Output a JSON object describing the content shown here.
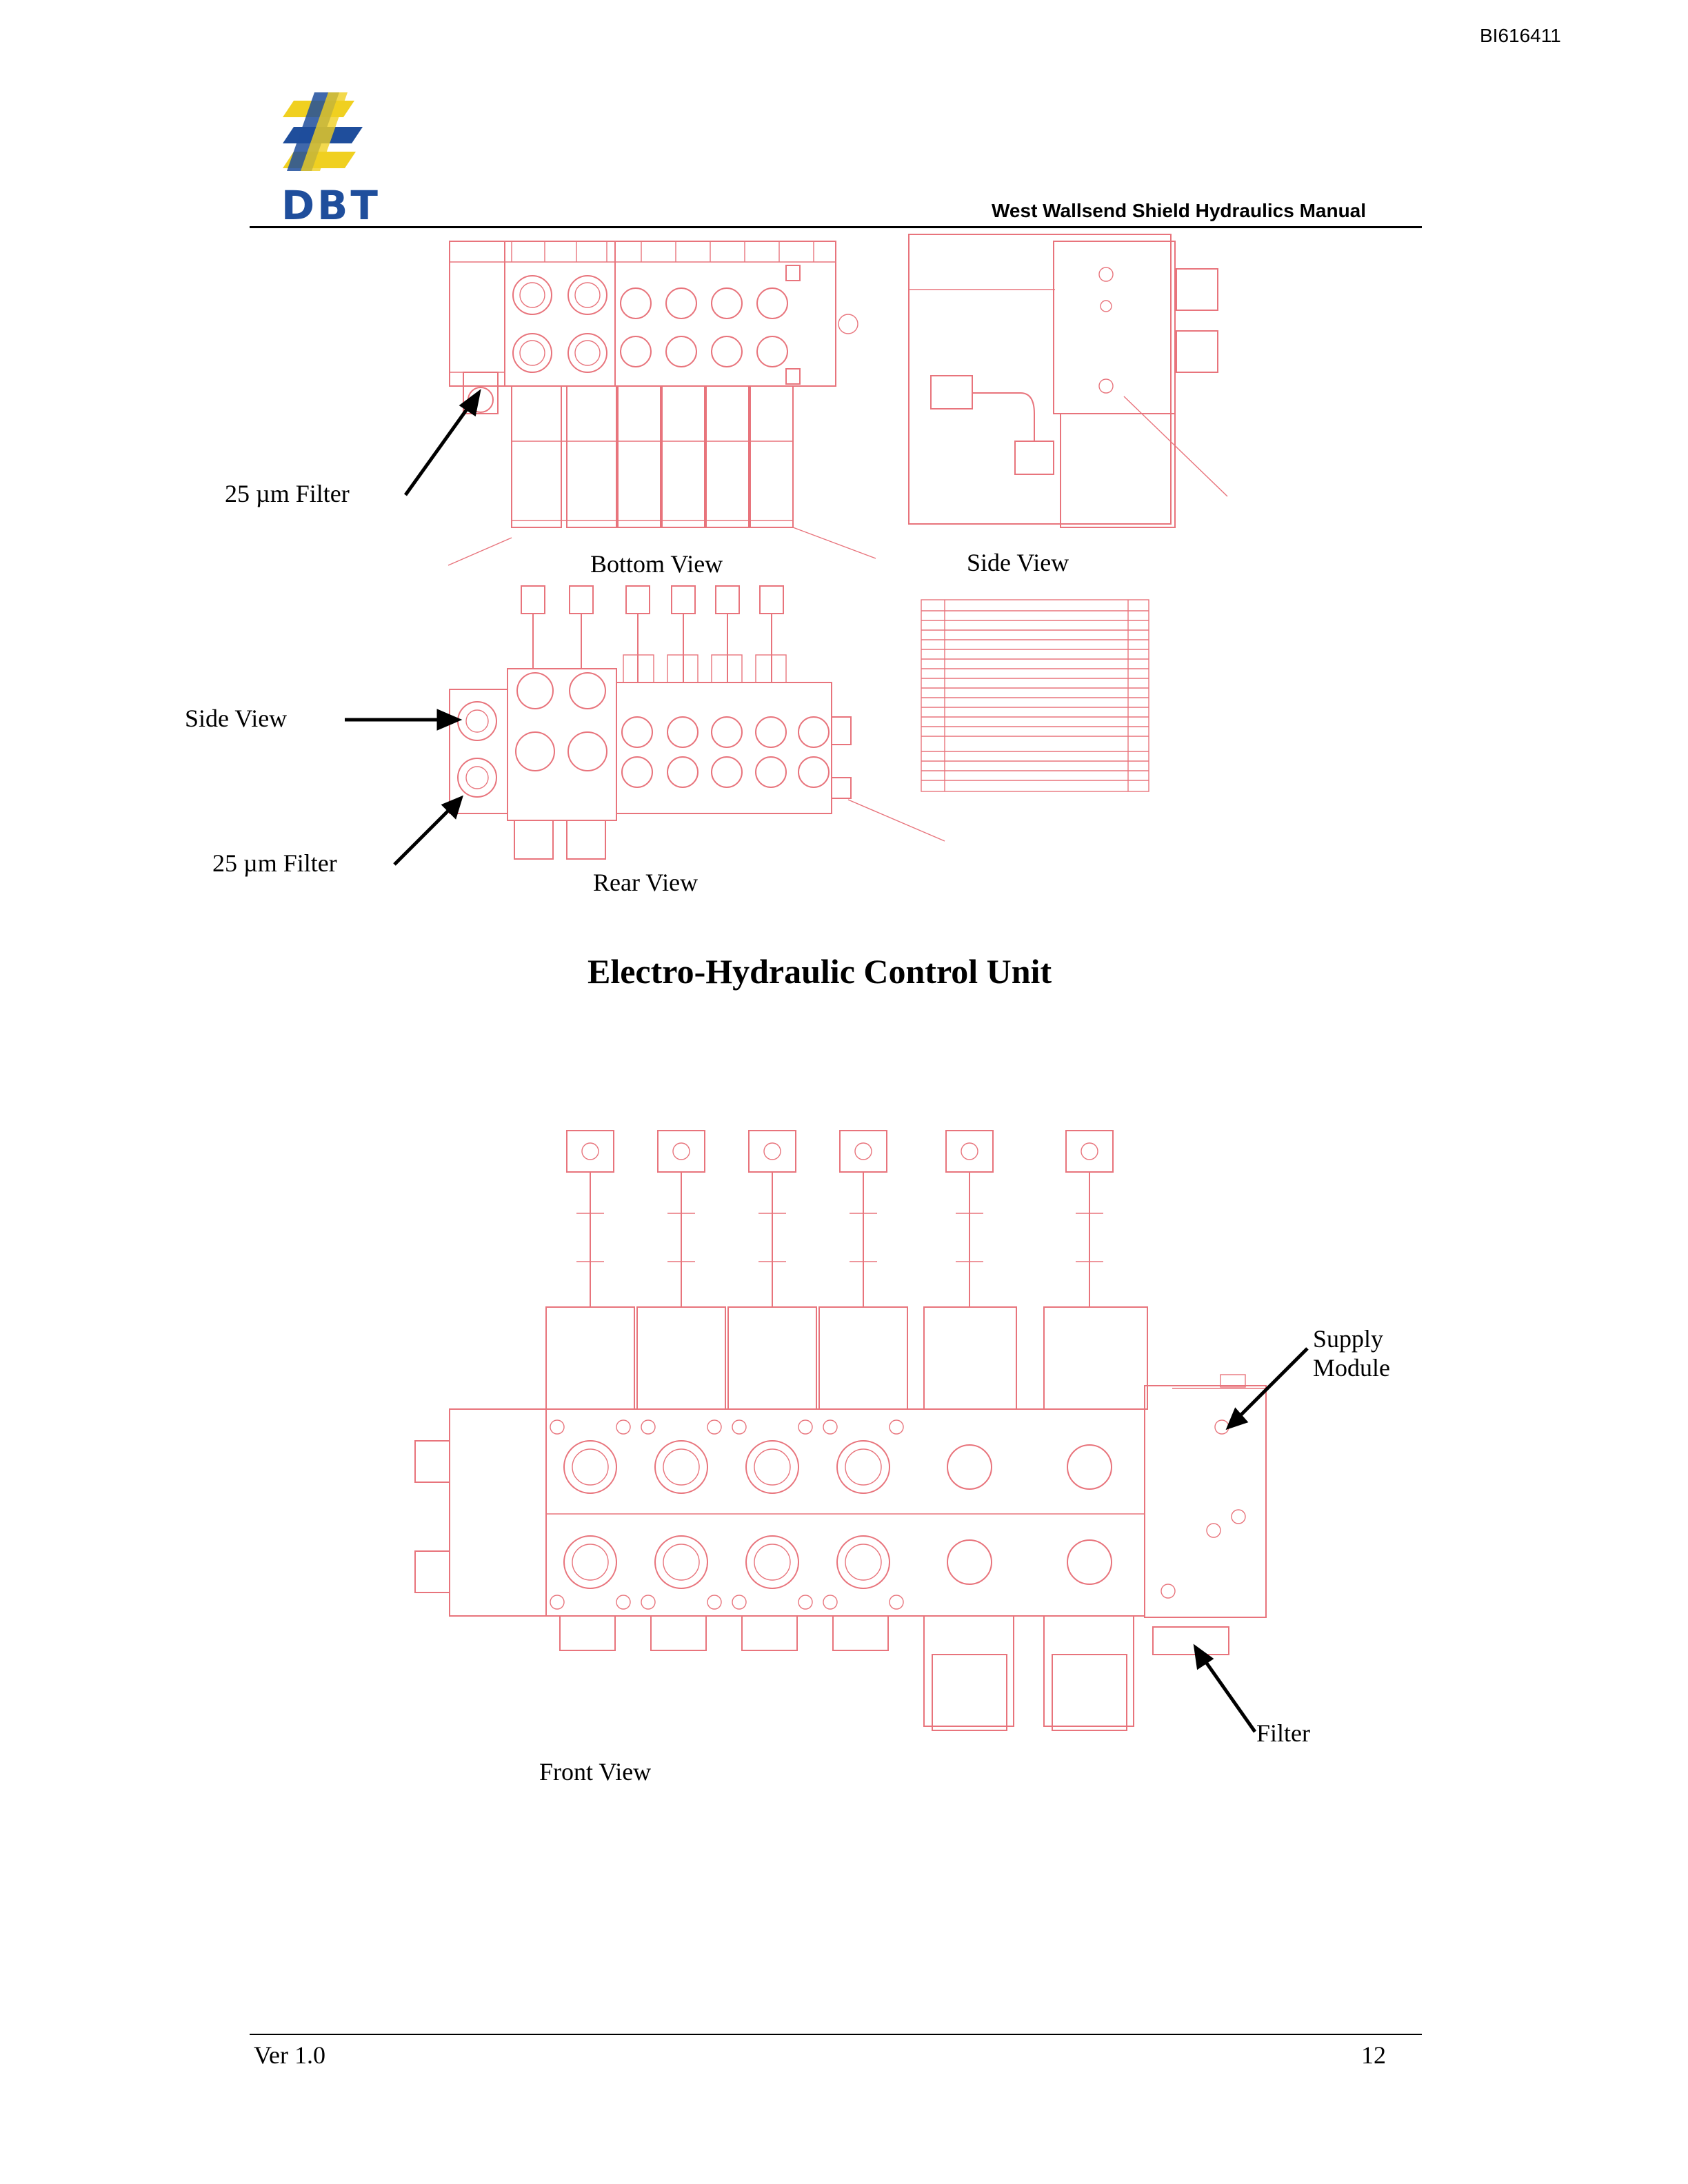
{
  "header": {
    "document_id": "BI616411",
    "manual_title": "West Wallsend Shield Hydraulics Manual",
    "logo_text": "DBT"
  },
  "colors": {
    "drawing_line": "#e8747c",
    "logo_blue": "#1f4e9c",
    "logo_yellow": "#f0d020"
  },
  "labels": {
    "filter_top": "25 µm Filter",
    "bottom_view": "Bottom View",
    "side_view_top": "Side View",
    "side_view_left": "Side View",
    "filter_left": "25 µm Filter",
    "rear_view": "Rear View",
    "supply_module_line1": "Supply",
    "supply_module_line2": "Module",
    "filter_right": "Filter",
    "front_view": "Front View"
  },
  "title": "Electro-Hydraulic Control Unit",
  "footer": {
    "version": "Ver 1.0",
    "page_number": "12"
  }
}
